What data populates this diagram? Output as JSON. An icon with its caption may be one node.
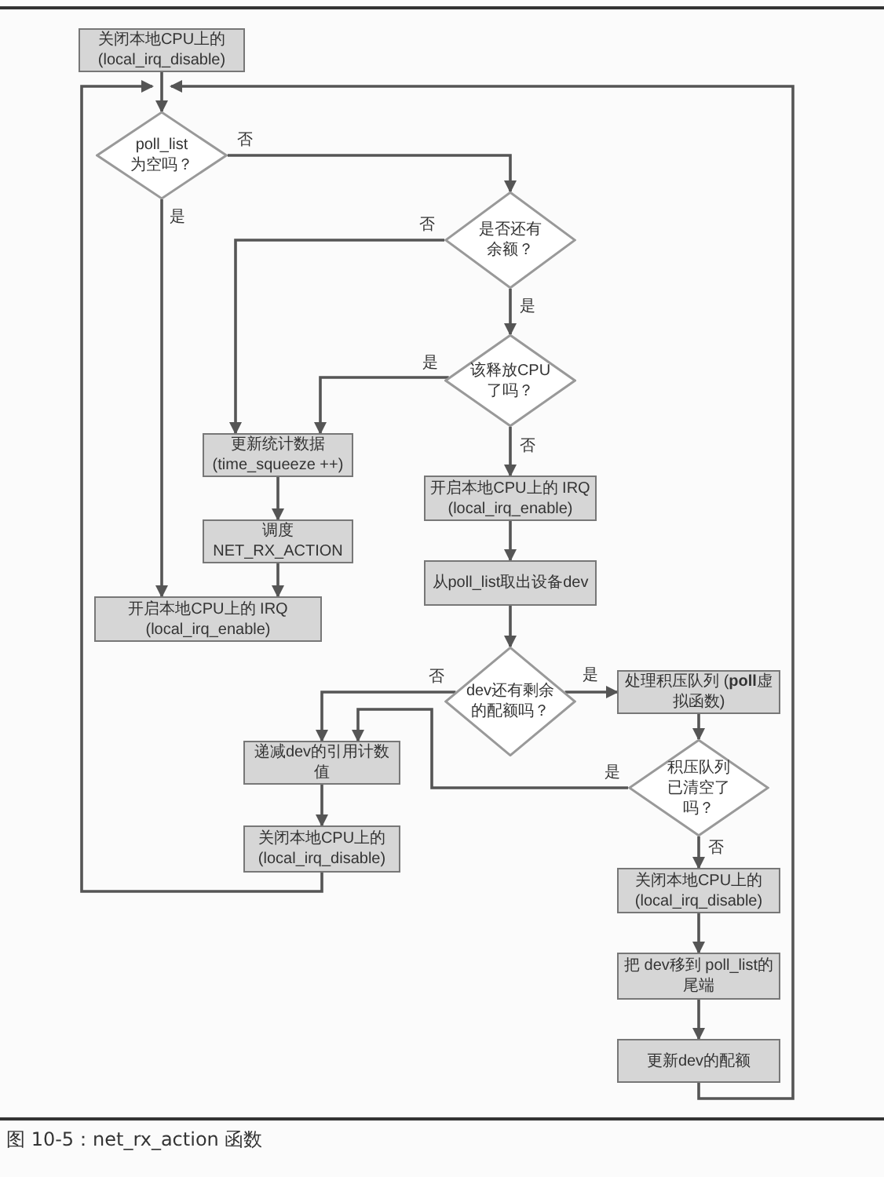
{
  "diagram": {
    "caption": "图 10-5：net_rx_action 函数",
    "nodes": [
      {
        "text": [
          "关闭本地CPU上的 (local_irq_disable)"
        ]
      },
      {
        "text": [
          "poll_list 为空吗？"
        ]
      },
      {
        "text": [
          "是否还有余额？"
        ]
      },
      {
        "text": [
          "该释放CPU了吗？"
        ]
      },
      {
        "text": [
          "更新统计数据 (time_squeeze ++)"
        ]
      },
      {
        "text": [
          "调度 NET_RX_ACTION"
        ]
      },
      {
        "text": [
          "开启本地CPU上的 IRQ (local_irq_enable)"
        ]
      },
      {
        "text": [
          "开启本地CPU上的 IRQ (local_irq_enable)"
        ]
      },
      {
        "text": [
          "从poll_list取出设备dev"
        ]
      },
      {
        "text": [
          "dev还有剩余的配额吗？"
        ]
      },
      {
        "text": [
          "处理积压队列 (**poll**虚拟函数)"
        ]
      },
      {
        "text": [
          "递减dev的引用计数值"
        ]
      },
      {
        "text": [
          "关闭本地CPU上的 (local_irq_disable)"
        ]
      },
      {
        "text": [
          "积压队列已清空了吗？"
        ]
      },
      {
        "text": [
          "关闭本地CPU上的 (local_irq_disable)"
        ]
      },
      {
        "text": [
          "把 dev移到 poll_list的尾端"
        ]
      },
      {
        "text": [
          "更新dev的配额"
        ]
      }
    ],
    "edges": [
      {
        "from": 0,
        "to": 1,
        "arrow": "to"
      },
      {
        "from": 1,
        "to": 2,
        "arrow": "to",
        "label": "否"
      },
      {
        "from": 1,
        "to": 6,
        "arrow": "to",
        "label": "是"
      },
      {
        "from": 2,
        "to": 4,
        "arrow": "to",
        "label": "否"
      },
      {
        "from": 2,
        "to": 3,
        "arrow": "to",
        "label": "是"
      },
      {
        "from": 3,
        "to": 4,
        "arrow": "to",
        "label": "是"
      },
      {
        "from": 3,
        "to": 7,
        "arrow": "to",
        "label": "否"
      },
      {
        "from": 4,
        "to": 5,
        "arrow": "to"
      },
      {
        "from": 5,
        "to": 6,
        "arrow": "to"
      },
      {
        "from": 7,
        "to": 8,
        "arrow": "to"
      },
      {
        "from": 8,
        "to": 9,
        "arrow": "to"
      },
      {
        "from": 9,
        "to": 10,
        "arrow": "to",
        "label": "是"
      },
      {
        "from": 9,
        "to": 11,
        "arrow": "to",
        "label": "否"
      },
      {
        "from": 10,
        "to": 13,
        "arrow": "to"
      },
      {
        "from": 13,
        "to": 11,
        "arrow": "to",
        "label": "是"
      },
      {
        "from": 13,
        "to": 14,
        "arrow": "to",
        "label": "否"
      },
      {
        "from": 14,
        "to": 15,
        "arrow": "to"
      },
      {
        "from": 15,
        "to": 16,
        "arrow": "to"
      },
      {
        "from": 11,
        "to": 12,
        "arrow": "to"
      },
      {
        "from": 12,
        "to": 1,
        "arrow": "to"
      },
      {
        "from": 16,
        "to": 1,
        "arrow": "to"
      }
    ]
  }
}
